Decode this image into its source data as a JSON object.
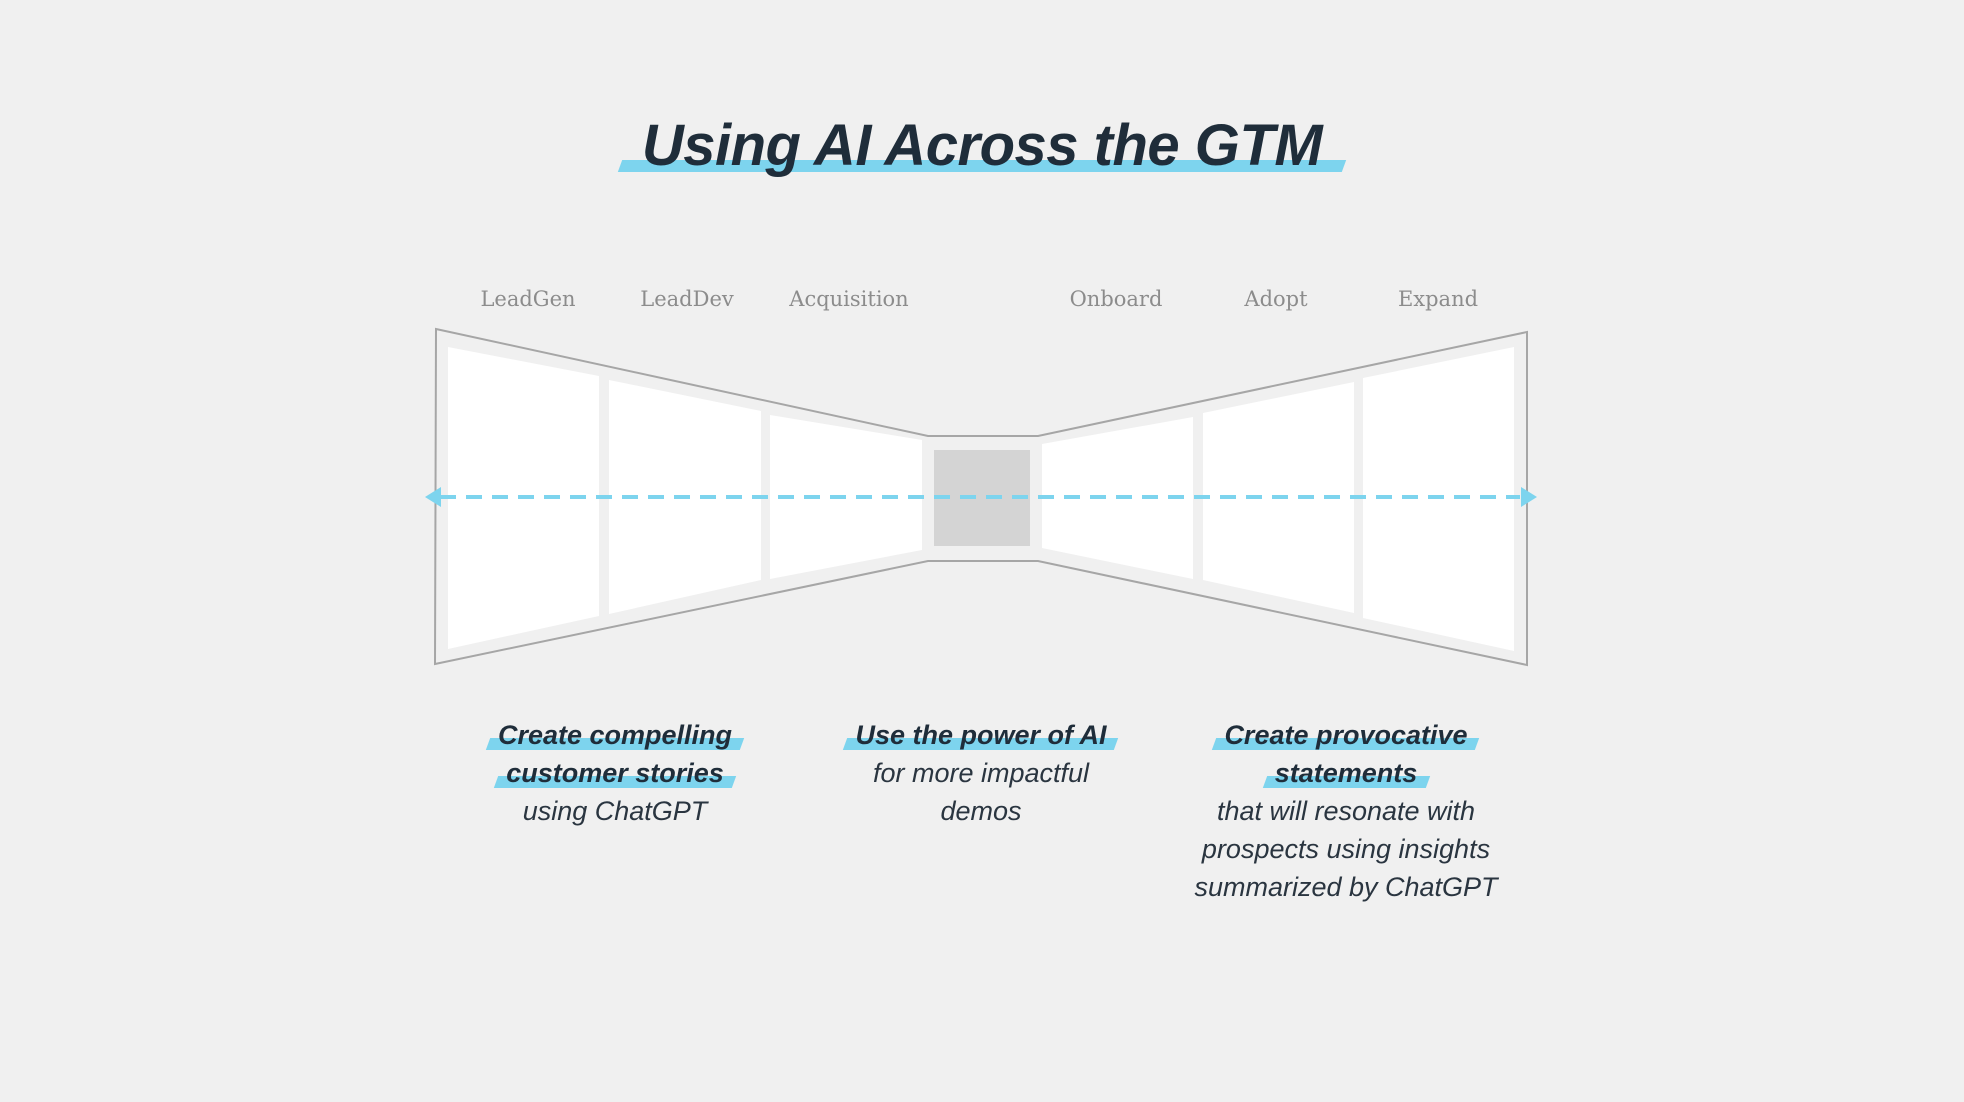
{
  "title": "Using AI Across the GTM",
  "stages": [
    "LeadGen",
    "LeadDev",
    "Acquisition",
    "Onboard",
    "Adopt",
    "Expand"
  ],
  "captions": [
    {
      "highlight": [
        "Create compelling",
        "customer stories"
      ],
      "text": [
        "using ChatGPT"
      ]
    },
    {
      "highlight": [
        "Use the power of AI"
      ],
      "text": [
        "for more impactful",
        "demos"
      ]
    },
    {
      "highlight": [
        "Create provocative",
        "statements"
      ],
      "text": [
        "that will resonate with",
        "prospects using insights",
        "summarized by ChatGPT"
      ]
    }
  ],
  "colors": {
    "accent": "#7dd4ee",
    "title": "#1f2d3a",
    "outline": "#a6a6a6",
    "panel": "#ffffff",
    "center": "#d4d4d4",
    "background": "#f0f0f0"
  }
}
